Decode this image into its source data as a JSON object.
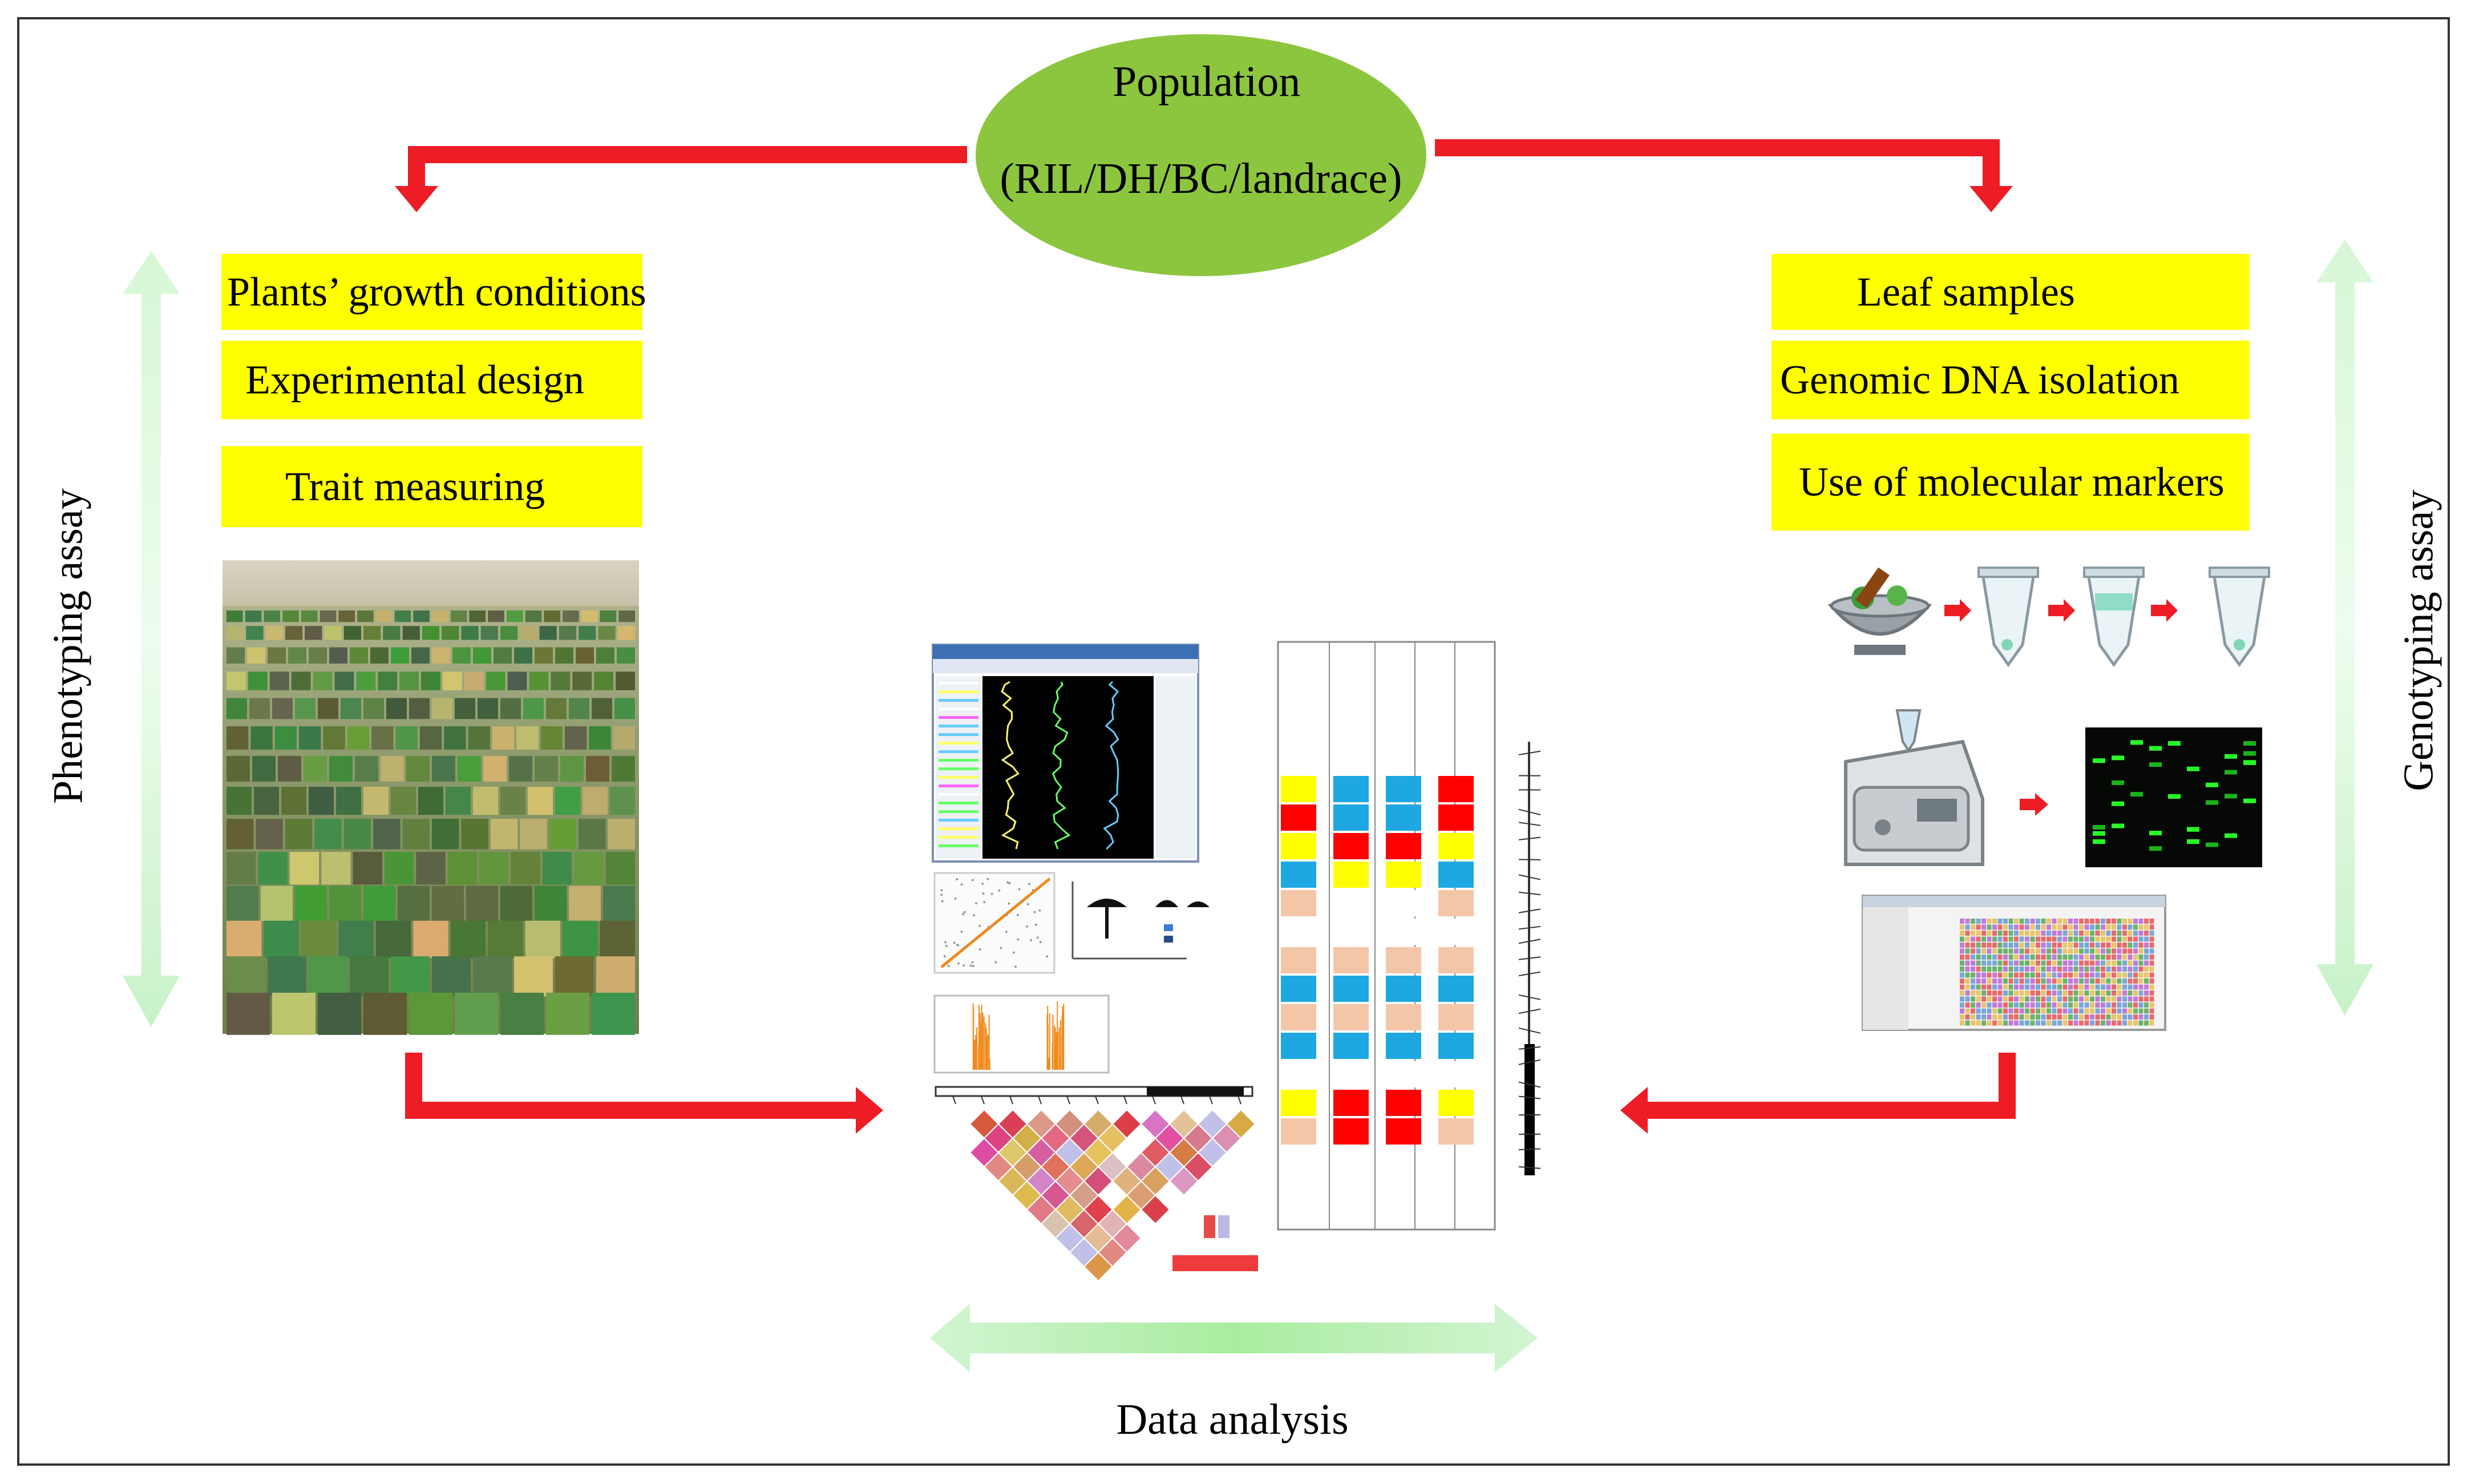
{
  "population": {
    "title": "Population",
    "subtitle": "(RIL/DH/BC/landrace)",
    "fill_color": "#8cc63f"
  },
  "phenotyping": {
    "side_label": "Phenotyping assay",
    "steps": [
      "Plants’ growth conditions",
      "Experimental design",
      "Trait measuring"
    ]
  },
  "genotyping": {
    "side_label": "Genotyping assay",
    "steps": [
      "Leaf samples",
      "Genomic DNA isolation",
      "Use of molecular markers"
    ]
  },
  "analysis": {
    "label": "Data analysis"
  },
  "colors": {
    "arrow_red": "#ee1c25",
    "box_yellow": "#ffff00",
    "green_arrow": "#c8f5c8",
    "frame": "#333333"
  }
}
